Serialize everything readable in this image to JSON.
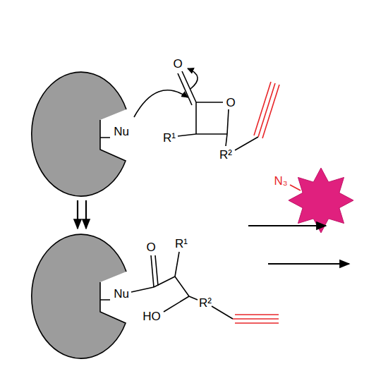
{
  "diagram": {
    "nodes": [
      {
        "text": [
          "Nu"
        ]
      },
      {
        "text": [
          "Nu"
        ]
      }
    ],
    "edges": [
      {
        "from": 0,
        "to": 1,
        "arrow": "to"
      }
    ],
    "labels": [
      "O",
      "O",
      "R¹",
      "R²",
      "O",
      "R¹",
      "HO",
      "R²",
      "N₃"
    ]
  }
}
